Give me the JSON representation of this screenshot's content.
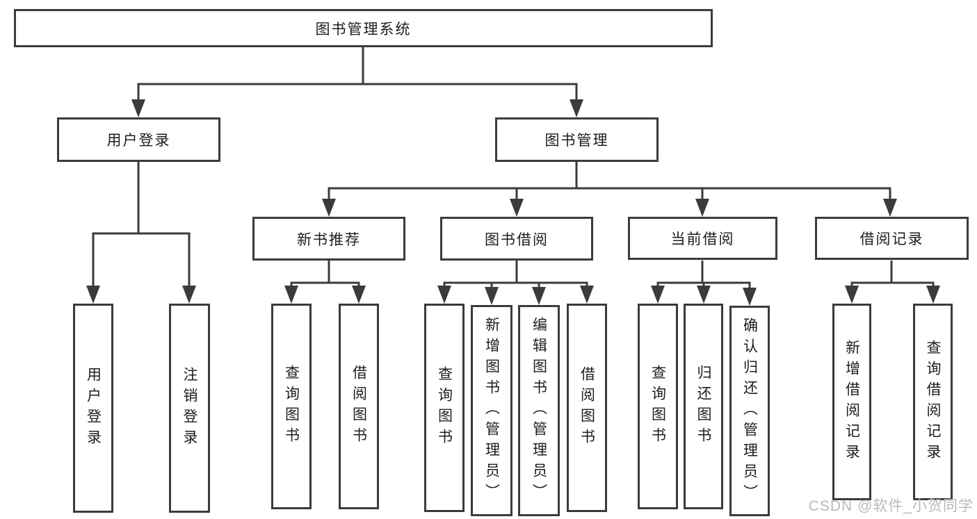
{
  "tree": {
    "root": {
      "label": "图书管理系统"
    },
    "user_login": {
      "label": "用户登录",
      "children": [
        "用户登录",
        "注销登录"
      ]
    },
    "book_management": {
      "label": "图书管理",
      "groups": [
        {
          "label": "新书推荐",
          "children": [
            "查询图书",
            "借阅图书"
          ]
        },
        {
          "label": "图书借阅",
          "children": [
            "查询图书",
            "新增图书（管理员）",
            "编辑图书（管理员）",
            "借阅图书"
          ]
        },
        {
          "label": "当前借阅",
          "children": [
            "查询图书",
            "归还图书",
            "确认归还（管理员）"
          ]
        },
        {
          "label": "借阅记录",
          "children": [
            "新增借阅记录",
            "查询借阅记录"
          ]
        }
      ]
    }
  },
  "watermark": {
    "text": "CSDN @软件_小贺同学"
  },
  "colors": {
    "line": "#3b3b3b",
    "text": "#1d1d1f",
    "watermark": "#b5bac0",
    "background": "#ffffff"
  }
}
